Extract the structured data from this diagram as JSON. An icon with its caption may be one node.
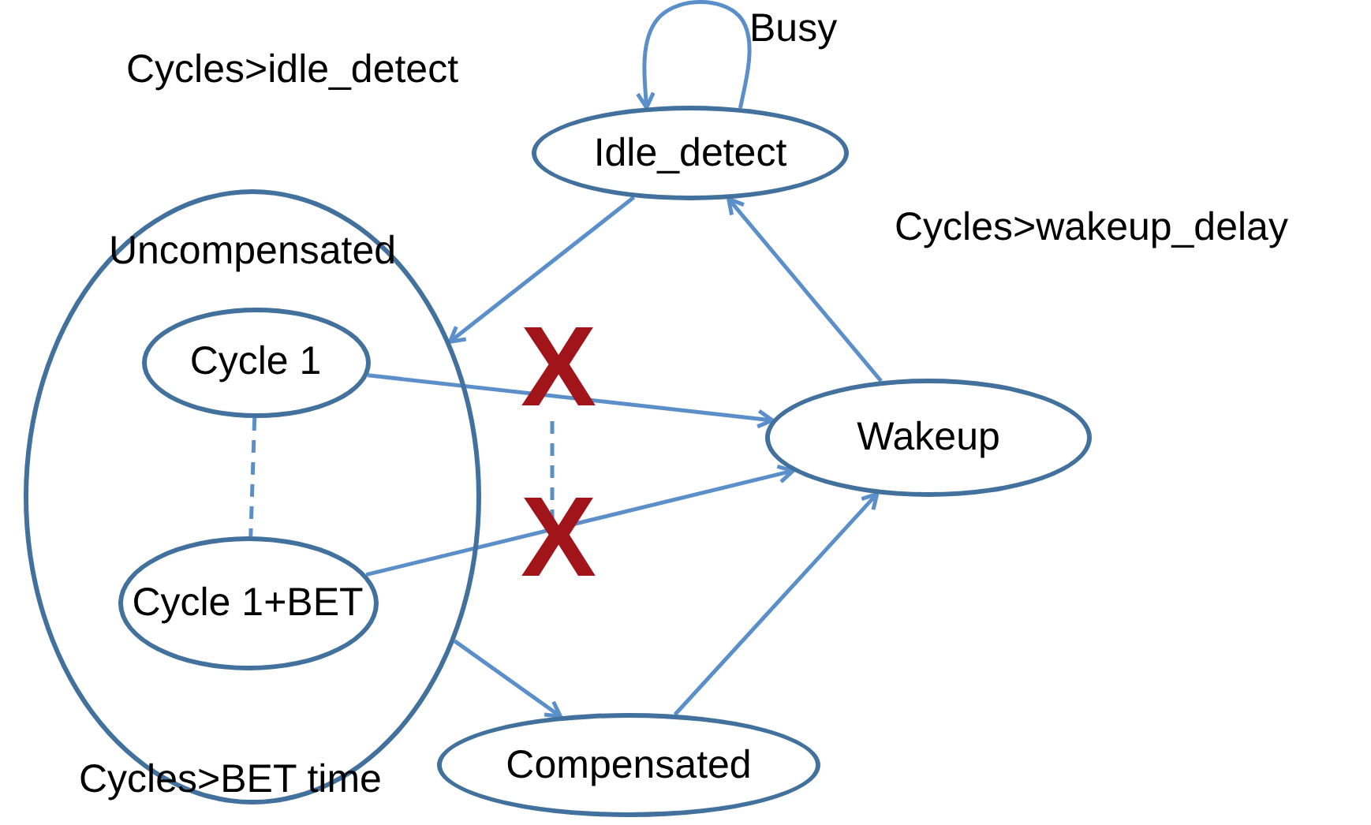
{
  "diagram": {
    "nodes": [
      {
        "text": [
          "Idle_detect"
        ]
      },
      {
        "text": [
          "Uncompensated"
        ]
      },
      {
        "text": [
          "Cycle 1"
        ],
        "in": 1
      },
      {
        "text": [
          "Cycle 1+BET"
        ],
        "in": 1
      },
      {
        "text": [
          "Wakeup"
        ]
      },
      {
        "text": [
          "Compensated"
        ]
      }
    ],
    "edges": [
      {
        "from": 0,
        "to": 0,
        "arrow": "to",
        "label": "Busy"
      },
      {
        "from": 0,
        "to": 1,
        "arrow": "to",
        "label": "Cycles>idle_detect"
      },
      {
        "from": 2,
        "to": 4,
        "arrow": "to"
      },
      {
        "from": 3,
        "to": 4,
        "arrow": "to"
      },
      {
        "from": 2,
        "to": 3,
        "arrow": "none",
        "style": "dashed"
      },
      {
        "from": 1,
        "to": 5,
        "arrow": "to",
        "label": "Cycles>BET time"
      },
      {
        "from": 5,
        "to": 4,
        "arrow": "to"
      },
      {
        "from": 4,
        "to": 0,
        "arrow": "to",
        "label": "Cycles>wakeup_delay"
      }
    ],
    "labels": [
      "X",
      "X"
    ]
  }
}
